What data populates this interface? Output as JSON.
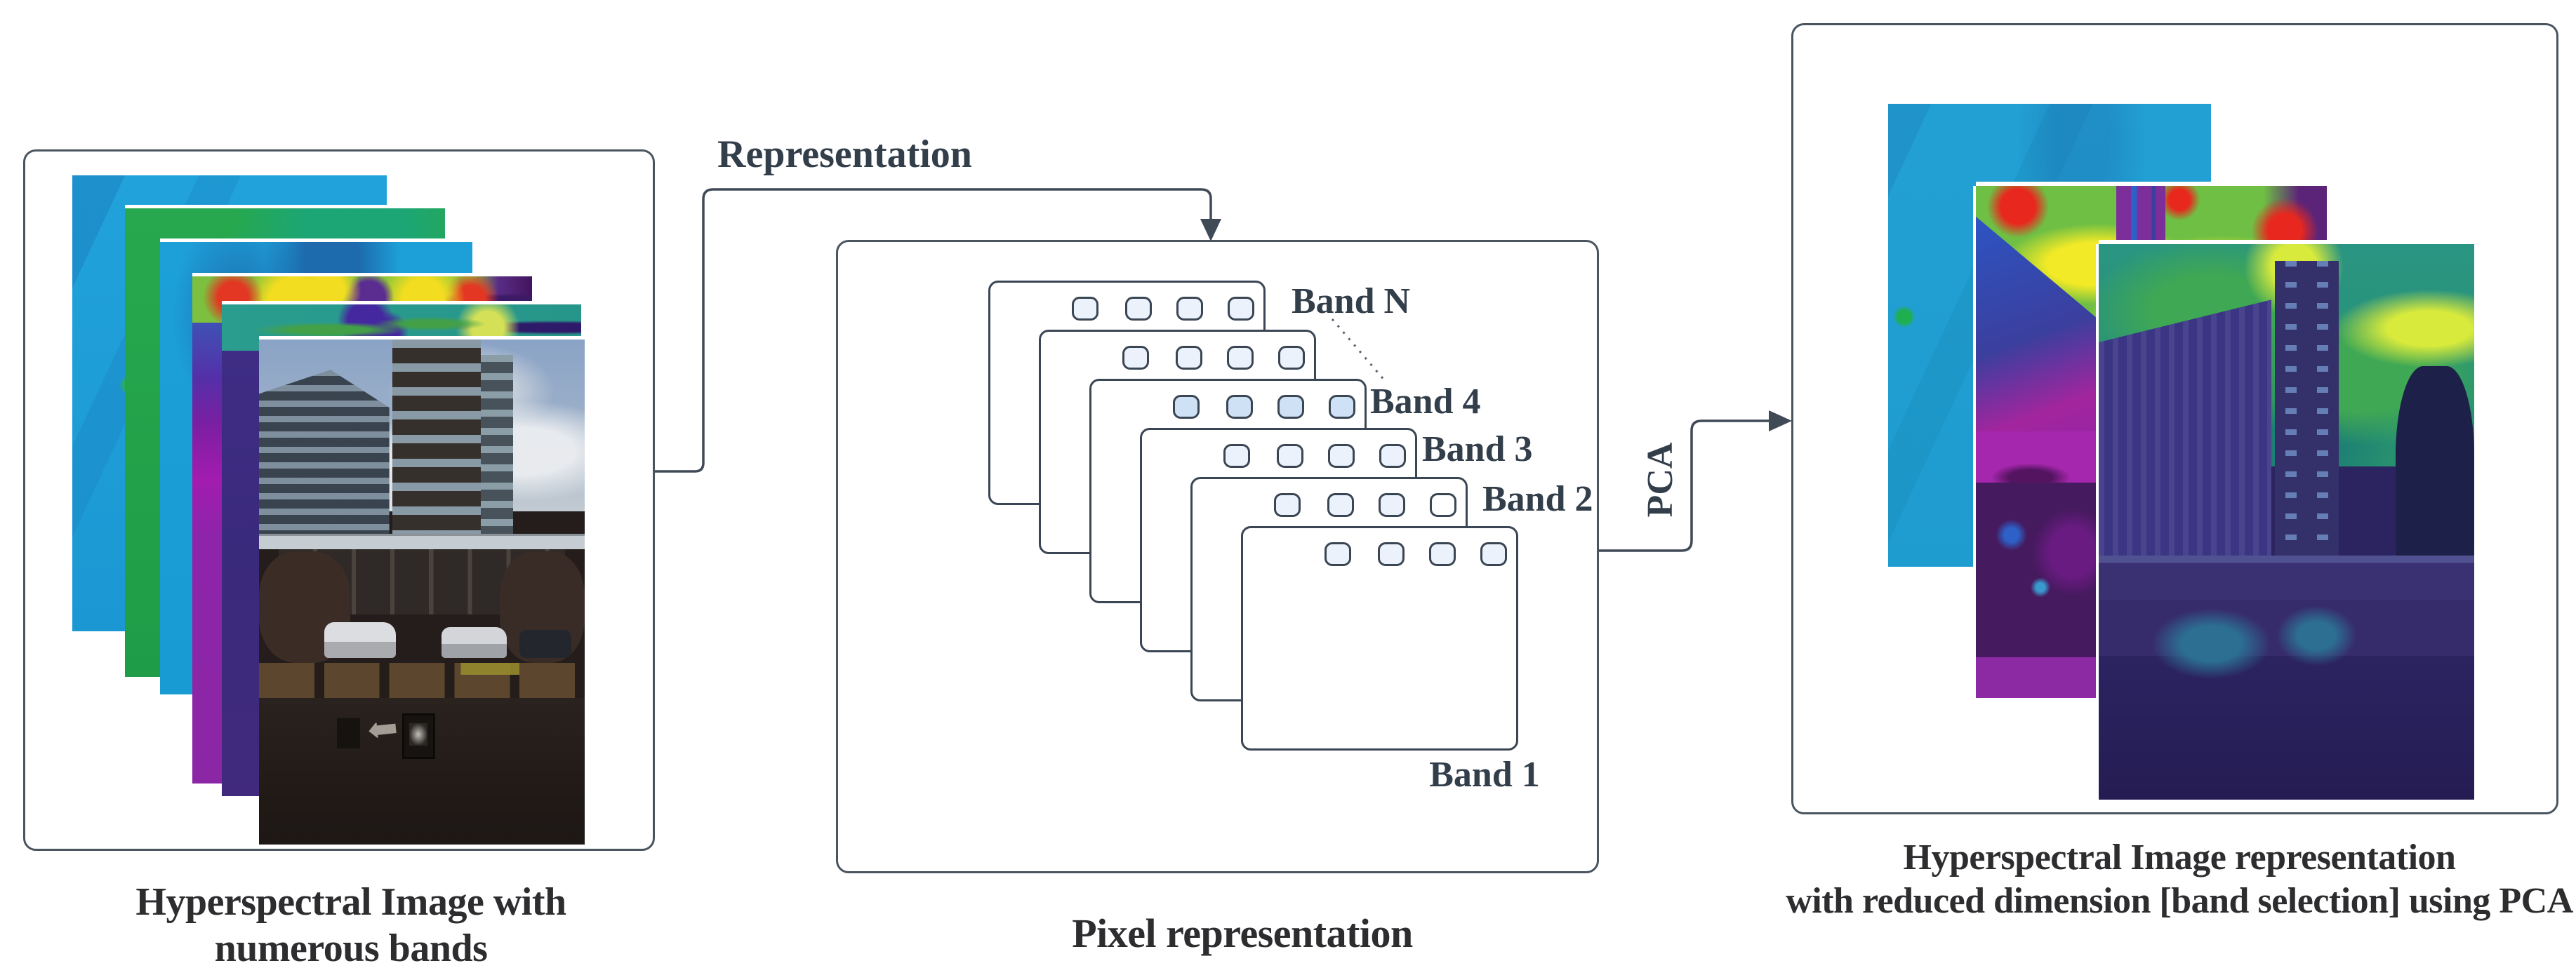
{
  "colors": {
    "background": "#ffffff",
    "stroke": "#3f4a56",
    "panel_border": "#4a5560",
    "card_border": "#3a4654",
    "label_text": "#333e4b",
    "caption_text": "#2d2d30",
    "square_fill": "#ecf2fb",
    "square_fill_highlight": "#cfe1f4",
    "square_fill_empty": "#ffffff",
    "sheet_cyan": "#1b9fd8",
    "sheet_green": "#23a24b",
    "sheet_magenta": "#8b27a5",
    "sheet_dark_purple": "#43297e"
  },
  "left_panel": {
    "caption_line1": "Hyperspectral Image with",
    "caption_line2": "numerous bands",
    "sheets": [
      {
        "name": "cyan-band-image"
      },
      {
        "name": "green-band-image"
      },
      {
        "name": "cyan-band-image-2"
      },
      {
        "name": "viridis-heat-band-image"
      },
      {
        "name": "viridis-teal-band-image"
      },
      {
        "name": "rgb-street-photo"
      }
    ]
  },
  "representation_arrow": {
    "label": "Representation"
  },
  "middle_panel": {
    "caption": "Pixel representation",
    "cards": [
      {
        "label": "Band N"
      },
      {
        "label": ""
      },
      {
        "label": "Band 4"
      },
      {
        "label": "Band 3"
      },
      {
        "label": "Band 2"
      },
      {
        "label": "Band 1"
      }
    ]
  },
  "pca_arrow": {
    "label": "PCA"
  },
  "right_panel": {
    "caption_line1": "Hyperspectral Image representation",
    "caption_line2": "with reduced dimension [band selection] using PCA",
    "images": [
      {
        "name": "pca-cyan-band-image"
      },
      {
        "name": "pca-plasma-band-image"
      },
      {
        "name": "pca-viridis-band-image"
      }
    ]
  },
  "road_arrow_glyph": "⬅"
}
